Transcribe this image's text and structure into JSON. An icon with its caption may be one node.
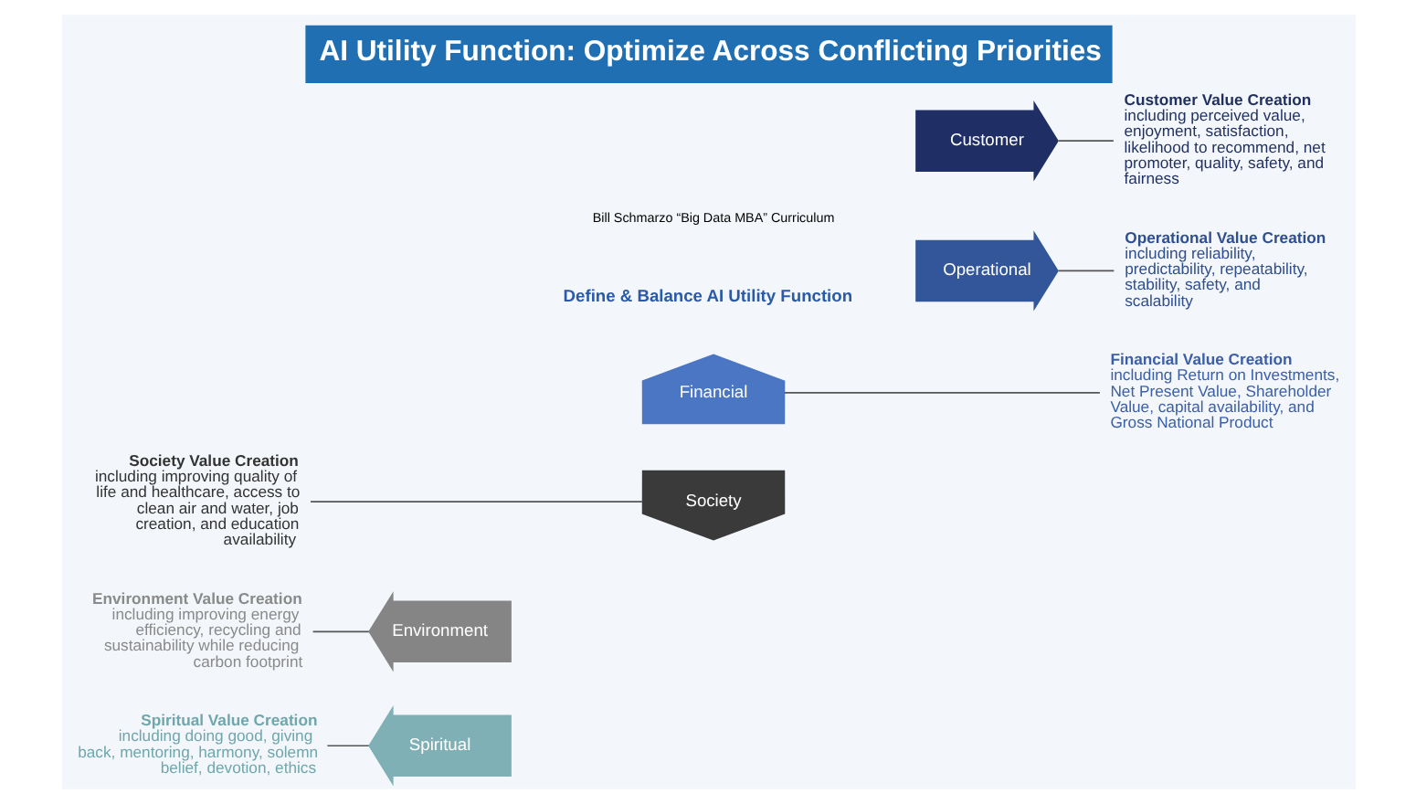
{
  "diagram": {
    "title": "AI Utility Function: Optimize Across Conflicting Priorities",
    "caption": "Bill Schmarzo “Big Data MBA” Curriculum",
    "nodes": [
      {
        "text": [
          "Spiritual Value Creation",
          "including doing good, giving back, mentoring, harmony, solemn belief, devotion, ethics"
        ]
      },
      {
        "text": [
          "Financial Value Creation",
          "including Return on Investments, Net Present Value, Shareholder Value, capital availability, and Gross National Product"
        ]
      },
      {
        "text": [
          "Environment Value Creation",
          "including improving energy efficiency, recycling and sustainability while reducing carbon footprint"
        ]
      },
      {
        "text": [
          "Operational Value Creation",
          "including reliability, predictability, repeatability, stability, safety, and scalability"
        ]
      },
      {
        "text": [
          "Society Value Creation",
          "including improving quality of life and healthcare, access to clean air and water, job creation, and education availability"
        ]
      },
      {
        "text": [
          "Customer Value Creation",
          "including perceived value, enjoyment, satisfaction, likelihood to recommend, net promoter, quality, safety, and fairness"
        ]
      },
      {
        "text": [
          "Financial"
        ]
      },
      {
        "text": [
          "Operational"
        ]
      },
      {
        "text": [
          "Customer"
        ]
      },
      {
        "text": [
          "Society"
        ]
      },
      {
        "text": [
          "Environment"
        ]
      },
      {
        "text": [
          "Spiritual"
        ]
      }
    ],
    "edges": [
      {
        "from": 0,
        "to": 11,
        "arrow": "none"
      },
      {
        "from": 6,
        "to": 1,
        "arrow": "none"
      },
      {
        "from": 2,
        "to": 10,
        "arrow": "none"
      },
      {
        "from": 7,
        "to": 3,
        "arrow": "none"
      },
      {
        "from": 4,
        "to": 9,
        "arrow": "none"
      },
      {
        "from": 8,
        "to": 5,
        "arrow": "none"
      }
    ],
    "labels": [
      "Define & Balance AI Utility Function"
    ]
  }
}
